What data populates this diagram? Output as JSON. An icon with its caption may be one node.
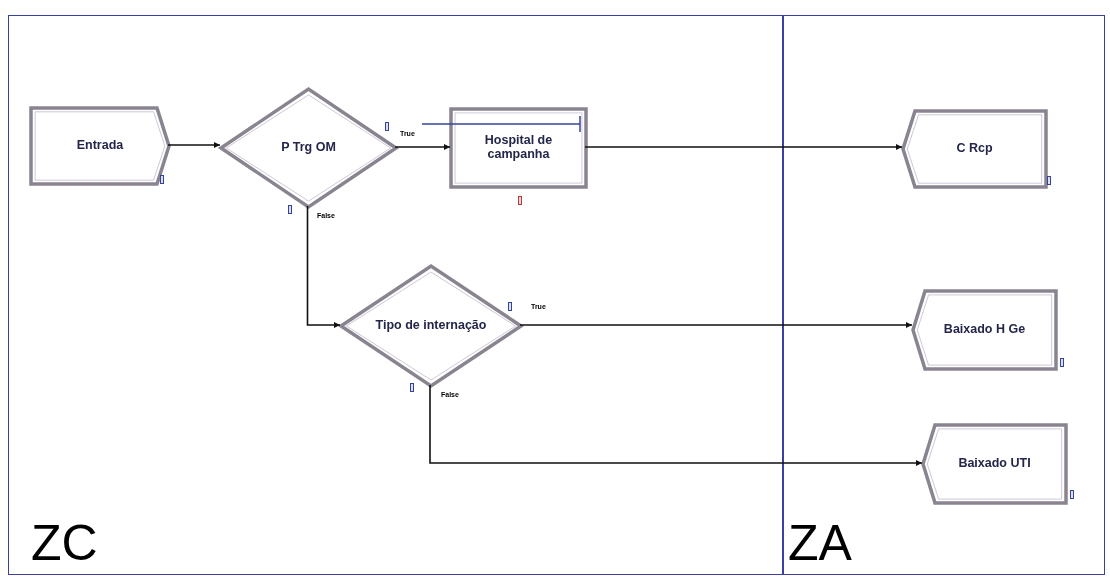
{
  "diagram": {
    "nodes": [
      {
        "text": [
          "ZC"
        ]
      },
      {
        "text": [
          "ZA"
        ]
      },
      {
        "text": [
          "Entrada"
        ],
        "in": 0
      },
      {
        "text": [
          "P Trg OM"
        ],
        "in": 0
      },
      {
        "text": [
          "Hospital de campanha"
        ],
        "in": 0
      },
      {
        "text": [
          "Tipo de internação"
        ],
        "in": 0
      },
      {
        "text": [
          "C Rcp"
        ],
        "in": 1
      },
      {
        "text": [
          "Baixado H Ge"
        ],
        "in": 1
      },
      {
        "text": [
          "Baixado UTI"
        ],
        "in": 1
      }
    ],
    "edges": [
      {
        "from": 2,
        "to": 3,
        "arrow": "to"
      },
      {
        "from": 3,
        "to": 4,
        "arrow": "to",
        "label": "True"
      },
      {
        "from": 3,
        "to": 5,
        "arrow": "to",
        "label": "False"
      },
      {
        "from": 4,
        "to": 6,
        "arrow": "to"
      },
      {
        "from": 5,
        "to": 7,
        "arrow": "to",
        "label": "True"
      },
      {
        "from": 5,
        "to": 8,
        "arrow": "to",
        "label": "False"
      }
    ]
  }
}
